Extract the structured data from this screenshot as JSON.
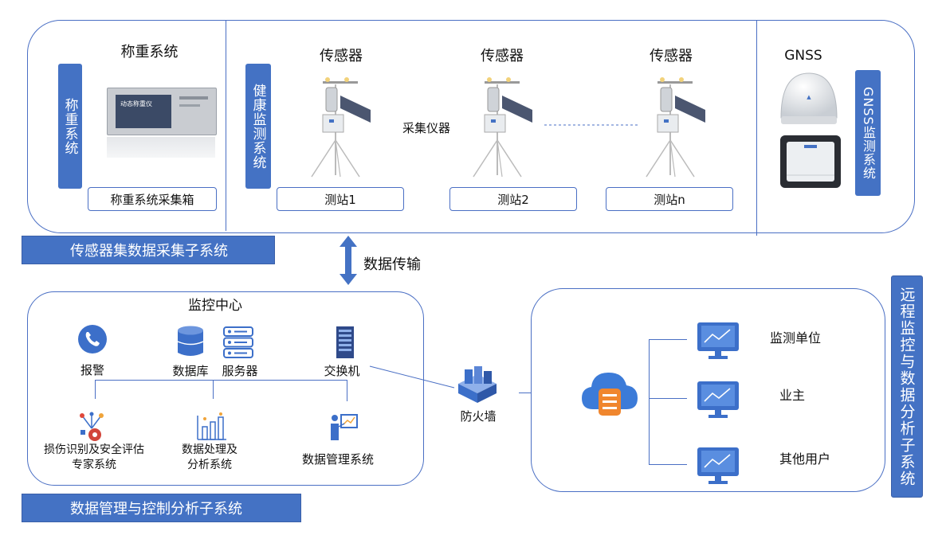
{
  "top": {
    "weighing": {
      "title": "称重系统",
      "side_label": "称重系统",
      "device_screen_text": "动态称重仪",
      "box_label": "称重系统采集箱"
    },
    "health": {
      "side_label": "健康监测系统",
      "sensor_label": "传感器",
      "collector_label": "采集仪器",
      "stations": [
        "测站1",
        "测站2",
        "测站n"
      ]
    },
    "gnss": {
      "title": "GNSS",
      "side_label": "GNSS监测系统"
    },
    "bar_label": "传感器集数据采集子系统"
  },
  "transfer_label": "数据传输",
  "monitor": {
    "title": "监控中心",
    "alarm": "报警",
    "database": "数据库",
    "server": "服务器",
    "switch": "交换机",
    "expert": "损伤识别及安全评估\n专家系统",
    "processing": "数据处理及\n分析系统",
    "management": "数据管理系统",
    "bar_label": "数据管理与控制分析子系统"
  },
  "firewall": "防火墙",
  "remote": {
    "users": [
      "监测单位",
      "业主",
      "其他用户"
    ],
    "side_label": "远程监控与数据分析子系统"
  },
  "colors": {
    "accent": "#4472c4",
    "border": "#4a6fc4",
    "icon": "#3c6fc9"
  }
}
